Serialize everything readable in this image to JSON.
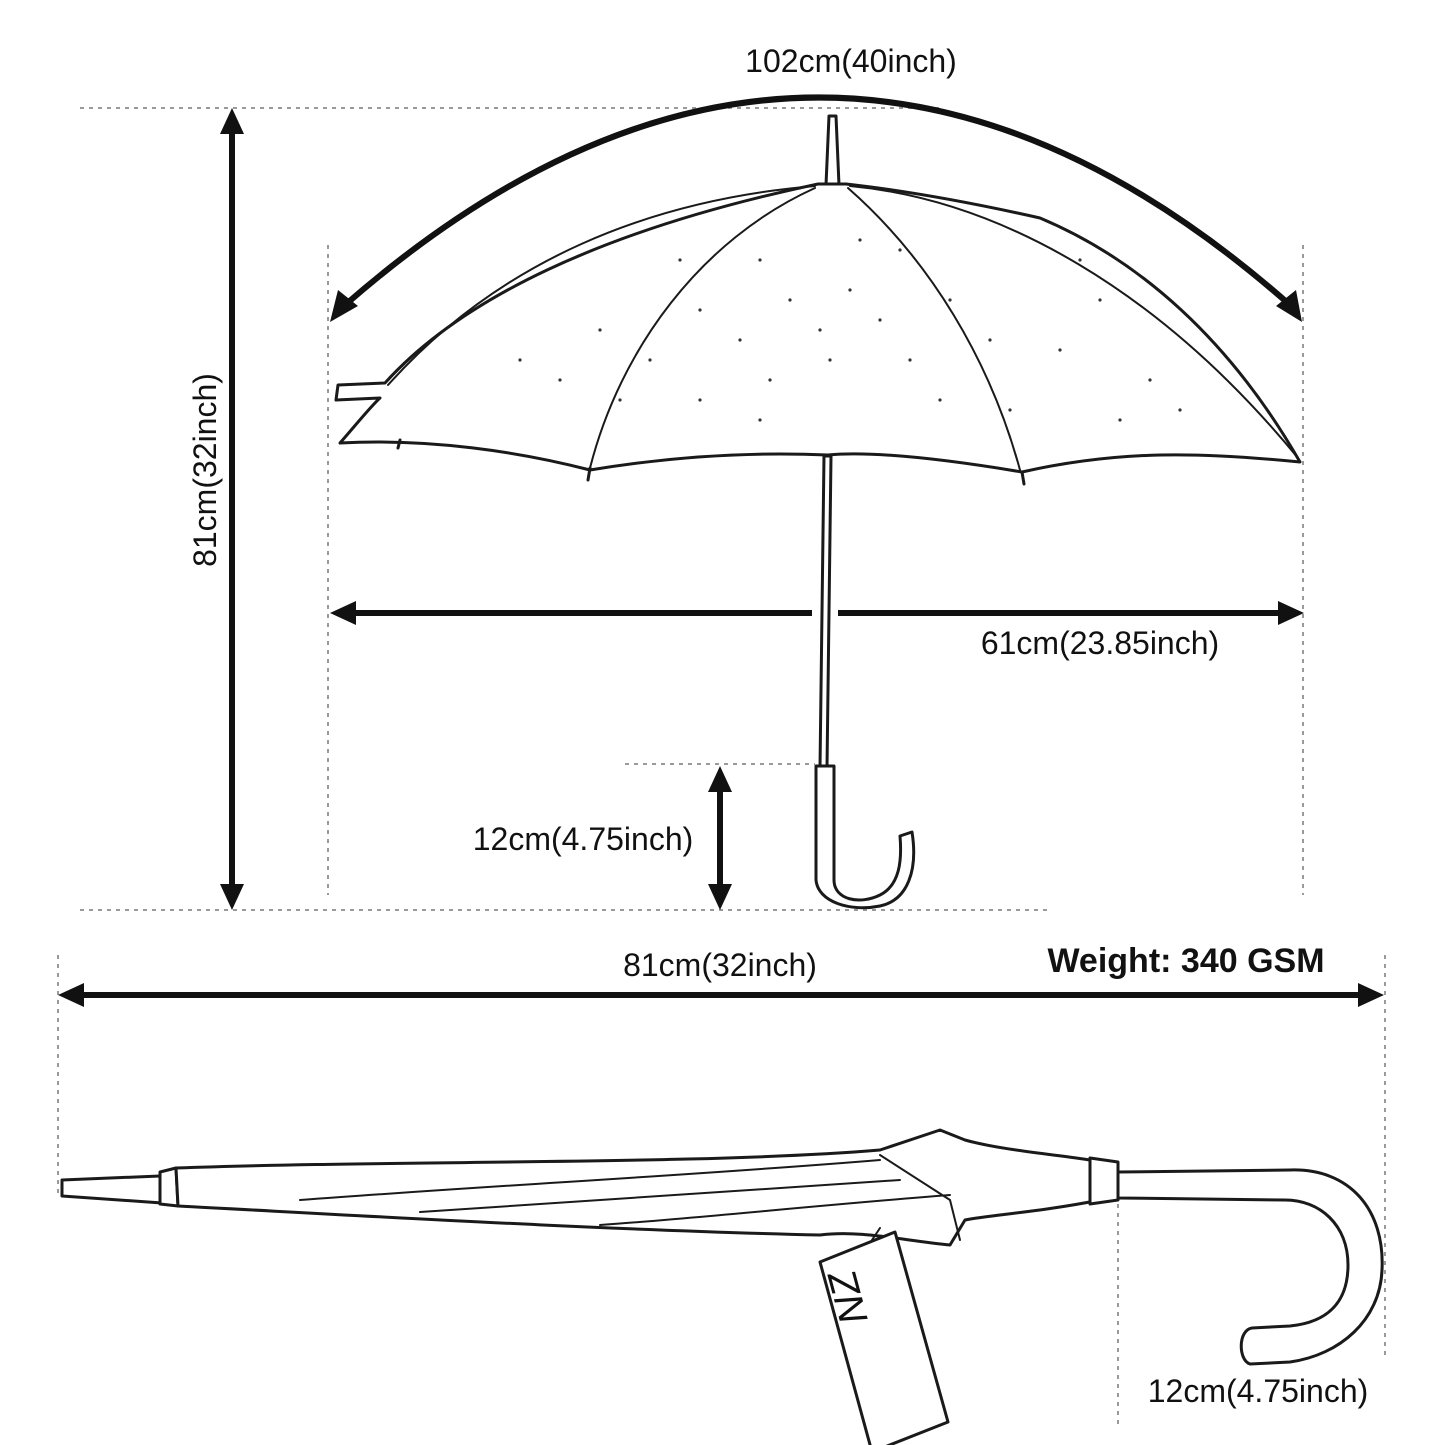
{
  "labels": {
    "arc_span": "102cm(40inch)",
    "open_height": "81cm(32inch)",
    "canopy_width": "61cm(23.85inch)",
    "handle_height_open": "12cm(4.75inch)",
    "closed_length": "81cm(32inch)",
    "weight": "Weight: 340 GSM",
    "handle_height_closed": "12cm(4.75inch)"
  },
  "tag_logo_text": "NZ",
  "colors": {
    "ink": "#111111",
    "guide": "#9a9a9a",
    "background": "#ffffff"
  }
}
